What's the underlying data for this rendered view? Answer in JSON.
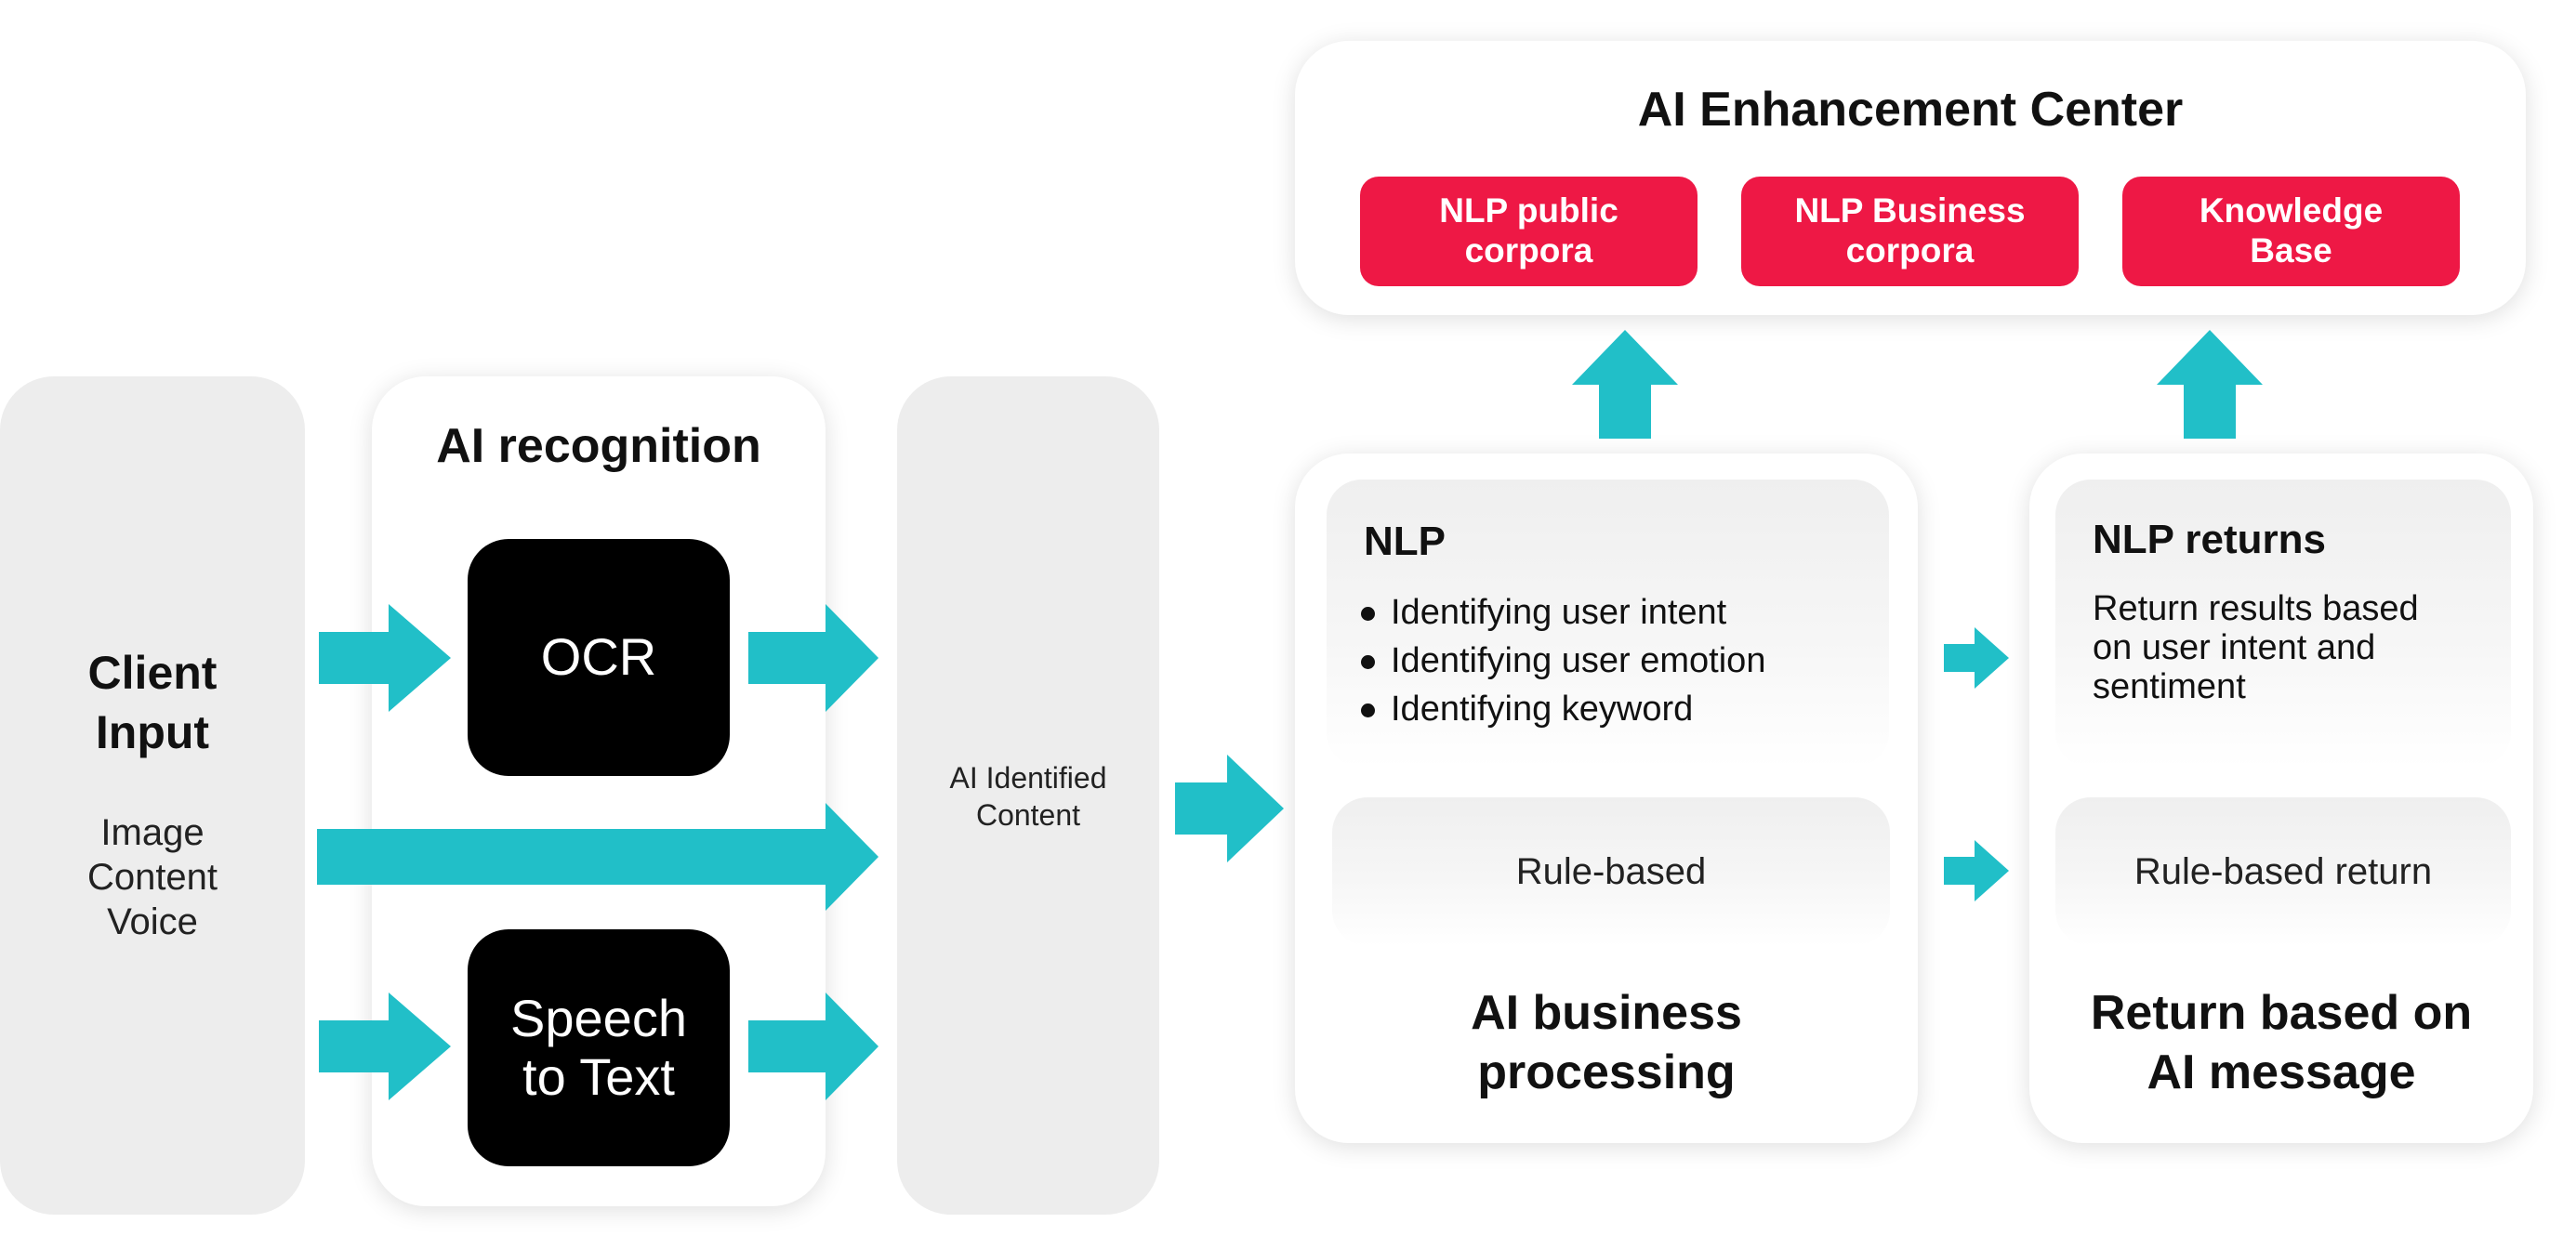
{
  "client_input": {
    "title": "Client\nInput",
    "items": "Image\nContent\nVoice"
  },
  "ai_recognition": {
    "title": "AI recognition",
    "ocr": "OCR",
    "speech_to_text": "Speech\nto Text"
  },
  "ai_identified_content": {
    "label": "AI Identified\nContent"
  },
  "ai_enhancement_center": {
    "title": "AI Enhancement Center",
    "items": [
      "NLP public\ncorpora",
      "NLP Business\ncorpora",
      "Knowledge\nBase"
    ]
  },
  "ai_business_processing": {
    "title": "AI business\nprocessing",
    "nlp_title": "NLP",
    "nlp_bullets": [
      "Identifying user intent",
      "Identifying user emotion",
      "Identifying keyword"
    ],
    "rule_based": "Rule-based"
  },
  "return_panel": {
    "title": "Return based on\nAI message",
    "nlp_returns_title": "NLP returns",
    "nlp_returns_text": "Return results based\non user intent and\nsentiment",
    "rule_based_return": "Rule-based return"
  },
  "colors": {
    "arrow": "#21bfc8",
    "red": "#ee1845",
    "panel_grey": "#ededed",
    "black": "#000000"
  }
}
